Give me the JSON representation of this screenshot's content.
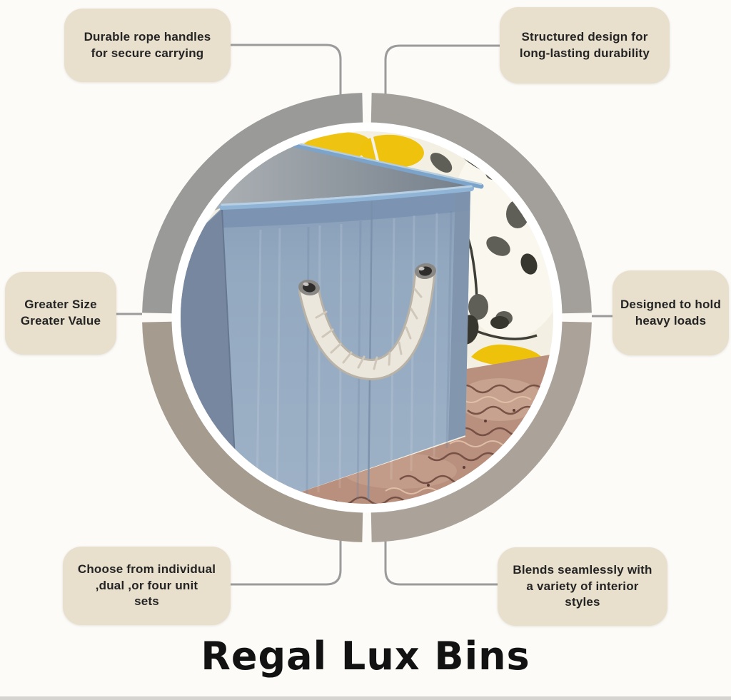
{
  "title": "Regal Lux Bins",
  "callouts": {
    "top_left": {
      "lines": [
        "Durable rope handles",
        "for secure carrying"
      ]
    },
    "top_right": {
      "lines": [
        "Structured design for",
        "long-lasting durability"
      ]
    },
    "mid_left": {
      "lines": [
        "Greater Size",
        "Greater Value"
      ]
    },
    "mid_right": {
      "lines": [
        "Designed to hold",
        "heavy loads"
      ]
    },
    "bottom_left": {
      "lines": [
        "Choose from individual",
        ",dual ,or four unit",
        "sets"
      ]
    },
    "bottom_right": {
      "lines": [
        "Blends seamlessly with",
        "a variety of interior",
        "styles"
      ]
    }
  },
  "center_image": {
    "subject": "Blue fabric storage bin with white rope handle, floral fabric backdrop and patterned carpet"
  },
  "colors": {
    "background": "#fcfbf8",
    "callout_bg": "#e8dfcc",
    "text": "#242424",
    "connector_gray": "#9b9b9b",
    "ring_top_left": "#9a9a98",
    "ring_top_right": "#a3a09b",
    "ring_bottom_right": "#aba399",
    "ring_bottom_left": "#a59c8f",
    "bin_blue": "#93a9c0",
    "bin_trim_blue": "#8fb4d6",
    "rope_white": "#ece7dd",
    "flower_yellow": "#efc311",
    "leaf_gray": "#5f5e57",
    "carpet_brown": "#b98f7e",
    "floral_cream": "#f3efe2"
  }
}
